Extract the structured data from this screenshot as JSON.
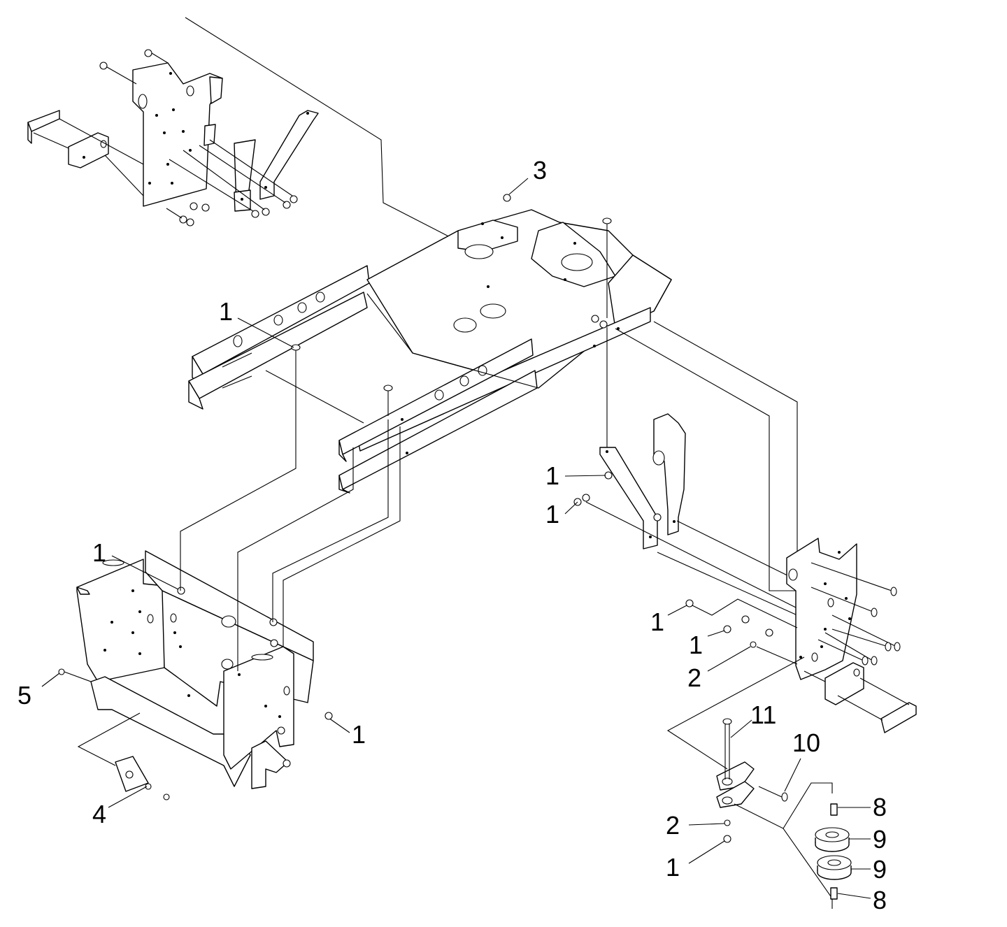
{
  "callouts": [
    {
      "label": "3"
    },
    {
      "label": "1"
    },
    {
      "label": "1"
    },
    {
      "label": "1"
    },
    {
      "label": "1"
    },
    {
      "label": "5"
    },
    {
      "label": "1"
    },
    {
      "label": "4"
    },
    {
      "label": "1"
    },
    {
      "label": "1"
    },
    {
      "label": "2"
    },
    {
      "label": "11"
    },
    {
      "label": "10"
    },
    {
      "label": "8"
    },
    {
      "label": "9"
    },
    {
      "label": "2"
    },
    {
      "label": "9"
    },
    {
      "label": "1"
    },
    {
      "label": "8"
    }
  ]
}
